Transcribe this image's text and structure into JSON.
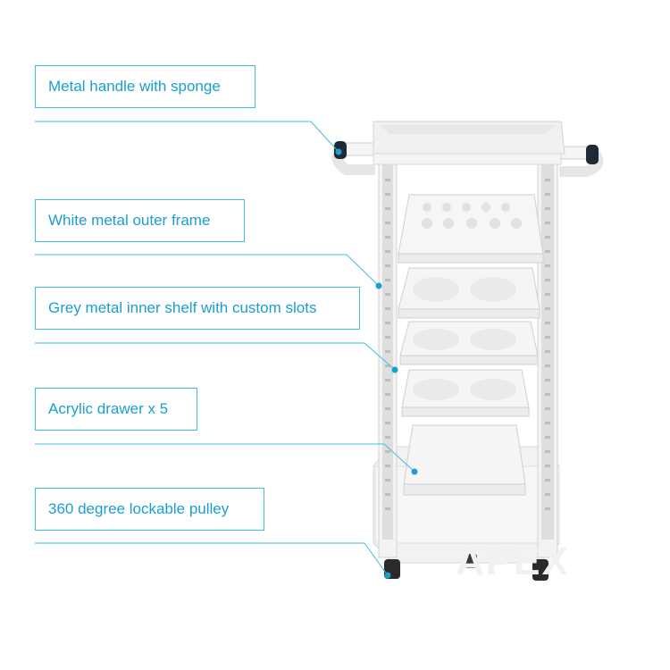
{
  "labels": [
    "Metal handle with sponge",
    "White metal outer frame",
    "Grey metal inner shelf with custom slots",
    "Acrylic drawer x 5",
    "360 degree lockable pulley"
  ],
  "watermark": "APEX",
  "colors": {
    "accent": "#1a9fd0",
    "line": "#3cc0dc",
    "frame": "#f4f4f4",
    "handle": "#1e2a36"
  }
}
